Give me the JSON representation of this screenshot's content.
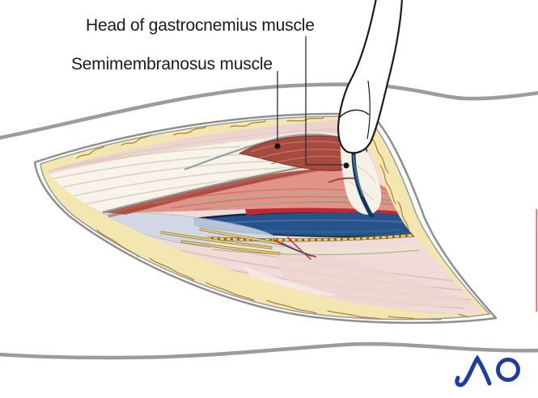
{
  "illustration": {
    "labels": {
      "gastrocnemius": "Head of gastrocnemius muscle",
      "semimembranosus": "Semimembranosus muscle"
    },
    "logo": {
      "text": "AO"
    },
    "colors": {
      "label_text": "#1b1b1b",
      "leader_line": "#2e2e2e",
      "leader_dot": "#151515",
      "skin_contour_gray": "#9c9c9c",
      "wound_outline_gray": "#8f8f8f",
      "fat_yellow": "#f4e6b0",
      "fat_squiggle_brown": "#ab8444",
      "pale_muscle_pink": "#f1dbd8",
      "flap_white": "#f8f4ec",
      "salmon_muscle": "#e29286",
      "dark_red_muscle": "#a84a40",
      "artery_red": "#bf2a32",
      "vein_blue": "#27538d",
      "saphenous_navy": "#16365a",
      "nerve_yellow": "#ecd27c",
      "fascia_blue": "#cdd7e5",
      "capsule_cream": "#ebe2d1",
      "retractor_outline": "#1b1b1b",
      "logo_blue": "#1e3da0"
    }
  }
}
